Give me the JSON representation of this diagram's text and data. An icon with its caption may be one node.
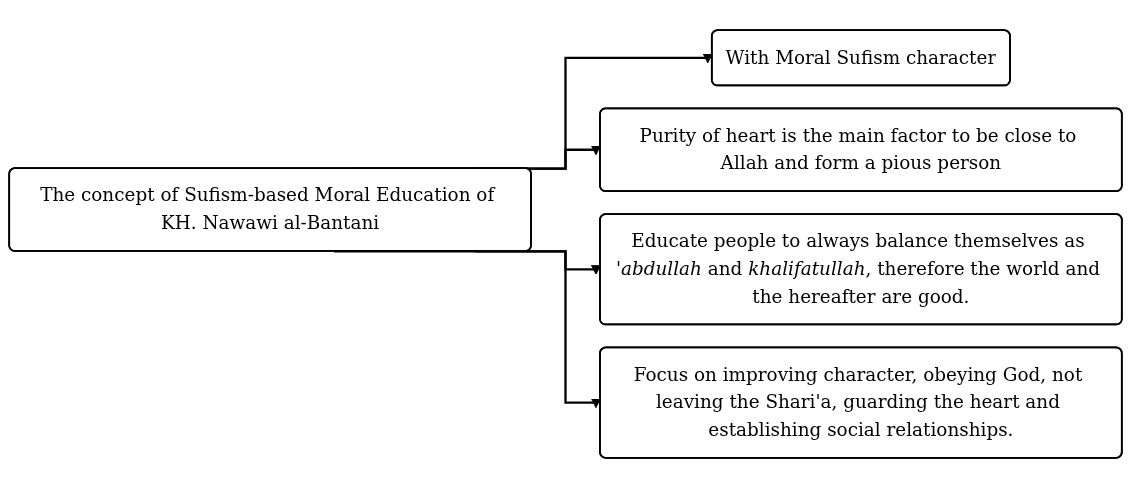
{
  "diagram": {
    "nodes": [
      {
        "text": [
          "The concept of Sufism-based Moral Education of KH. Nawawi al-Bantani"
        ]
      },
      {
        "text": [
          "With Moral Sufism character"
        ]
      },
      {
        "text": [
          "Purity of heart is the main factor to be close to Allah and form a pious person"
        ]
      },
      {
        "text": [
          "Educate people to always balance themselves as '*abdullah* and *khalifatullah*, therefore the world and the hereafter are good."
        ]
      },
      {
        "text": [
          "Focus on improving character, obeying God, not leaving the Shari'a, guarding the heart and establishing social relationships."
        ]
      }
    ],
    "edges": [
      {
        "from": 0,
        "to": 1,
        "arrow": "to"
      },
      {
        "from": 0,
        "to": 2,
        "arrow": "to"
      },
      {
        "from": 0,
        "to": 3,
        "arrow": "to"
      },
      {
        "from": 0,
        "to": 4,
        "arrow": "to"
      }
    ]
  }
}
